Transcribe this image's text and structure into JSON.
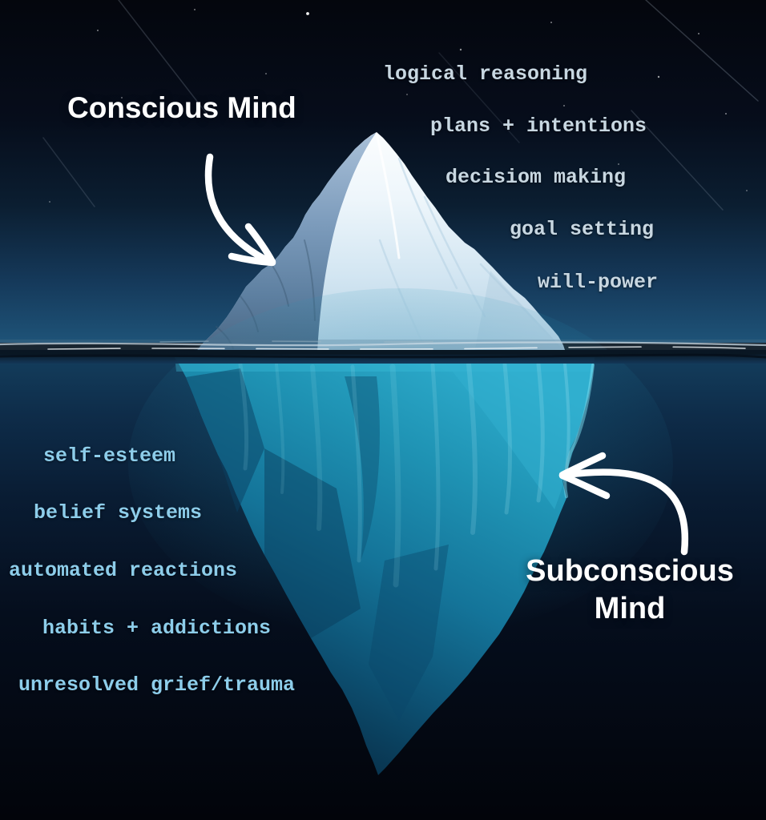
{
  "conscious": {
    "label": "Conscious Mind",
    "items": [
      "logical reasoning",
      "plans + intentions",
      "decisiom making",
      "goal setting",
      "will-power"
    ]
  },
  "subconscious": {
    "label": "Subconscious Mind",
    "label_lines": [
      "Subconscious",
      "Mind"
    ],
    "items": [
      "self-esteem",
      "belief systems",
      "automated reactions",
      "habits + addictions",
      "unresolved grief/trauma"
    ]
  },
  "colors": {
    "conscious_items_text": "#c8d7e1",
    "subconscious_items_text": "#8dcdea",
    "labels_text": "#ffffff",
    "iceberg_above_water": "#e9f3fa",
    "iceberg_below_water": "#1f93b4",
    "sky_horizon": "#1e5378",
    "deep_water": "#04070e",
    "arrow": "#ffffff"
  }
}
